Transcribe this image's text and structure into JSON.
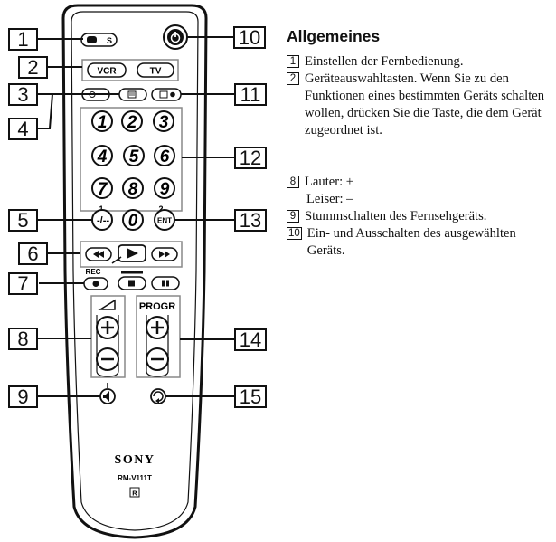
{
  "callouts": {
    "c1": "1",
    "c2": "2",
    "c3": "3",
    "c4": "4",
    "c5": "5",
    "c6": "6",
    "c7": "7",
    "c8": "8",
    "c9": "9",
    "c10": "10",
    "c11": "11",
    "c12": "12",
    "c13": "13",
    "c14": "14",
    "c15": "15"
  },
  "remote": {
    "switch_label": "S",
    "vcr_label": "VCR",
    "tv_label": "TV",
    "digits": [
      "1",
      "2",
      "3",
      "4",
      "5",
      "6",
      "7",
      "8",
      "9",
      "0"
    ],
    "small_1": "1",
    "small_2": "2",
    "ent_label": "ENT",
    "rec_label": "REC",
    "progr_label": "PROGR",
    "brand": "SONY",
    "model": "RM-V111T",
    "ir_mark": "R"
  },
  "text": {
    "heading": "Allgemeines",
    "items_top": [
      {
        "num": "1",
        "text": "Einstellen der Fernbedienung."
      },
      {
        "num": "2",
        "text": "Geräteauswahltasten. Wenn Sie zu den Funktionen eines bestimmten Geräts schalten wollen, drücken Sie die Taste, die dem Gerät zugeordnet ist."
      }
    ],
    "item8_num": "8",
    "item8_line1": "Lauter: +",
    "item8_line2": "Leiser: –",
    "item9_num": "9",
    "item9_text": "Stummschalten des Fernsehgeräts.",
    "item10_num": "10",
    "item10_text": "Ein- und Ausschalten des ausgewählten Geräts."
  }
}
